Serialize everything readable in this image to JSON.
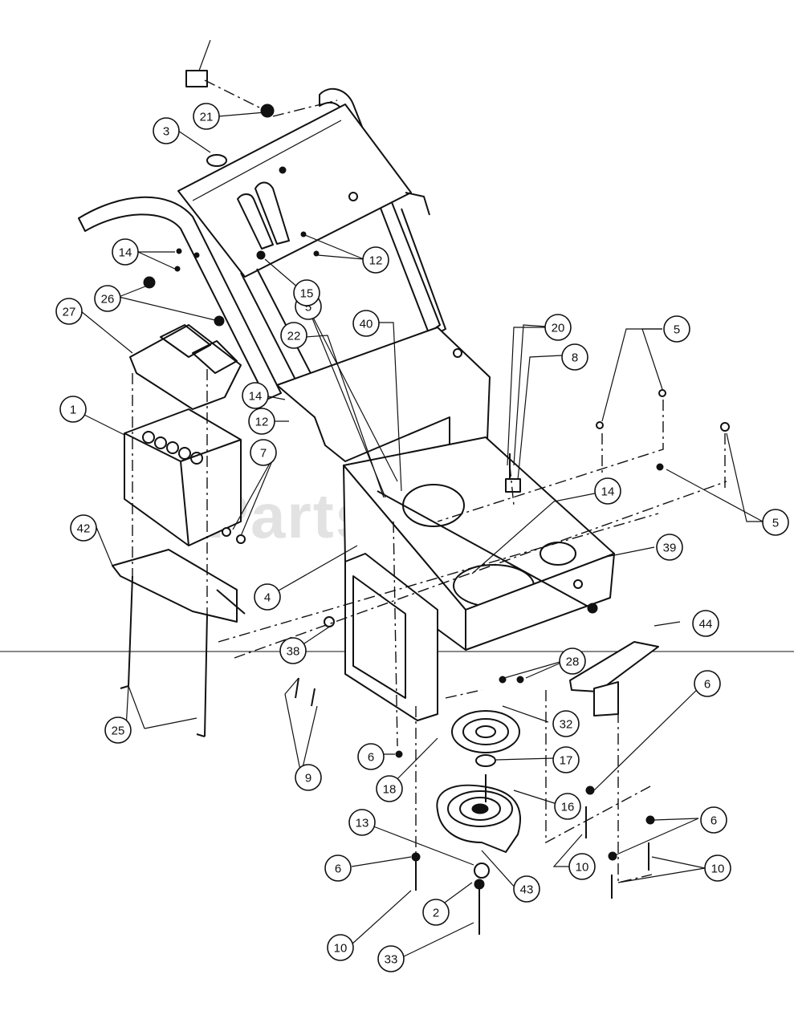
{
  "watermark": "PartsTree",
  "callouts": [
    {
      "label": "1"
    },
    {
      "label": "2"
    },
    {
      "label": "3"
    },
    {
      "label": "4"
    },
    {
      "label": "5"
    },
    {
      "label": "5"
    },
    {
      "label": "5"
    },
    {
      "label": "6"
    },
    {
      "label": "6"
    },
    {
      "label": "6"
    },
    {
      "label": "6"
    },
    {
      "label": "7"
    },
    {
      "label": "8"
    },
    {
      "label": "9"
    },
    {
      "label": "10"
    },
    {
      "label": "10"
    },
    {
      "label": "10"
    },
    {
      "label": "12"
    },
    {
      "label": "12"
    },
    {
      "label": "13"
    },
    {
      "label": "14"
    },
    {
      "label": "14"
    },
    {
      "label": "14"
    },
    {
      "label": "15"
    },
    {
      "label": "16"
    },
    {
      "label": "17"
    },
    {
      "label": "18"
    },
    {
      "label": "20"
    },
    {
      "label": "21"
    },
    {
      "label": "22"
    },
    {
      "label": "25"
    },
    {
      "label": "26"
    },
    {
      "label": "27"
    },
    {
      "label": "28"
    },
    {
      "label": "32"
    },
    {
      "label": "33"
    },
    {
      "label": "38"
    },
    {
      "label": "39"
    },
    {
      "label": "40"
    },
    {
      "label": "42"
    },
    {
      "label": "43"
    },
    {
      "label": "44"
    }
  ]
}
